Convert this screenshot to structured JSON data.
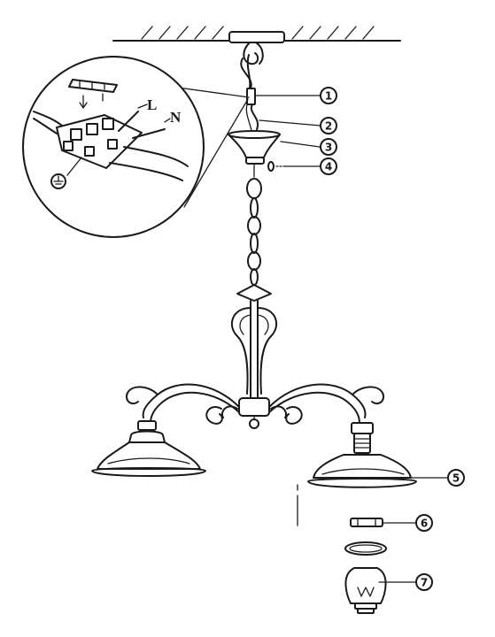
{
  "wiring": {
    "live_label": "L",
    "neutral_label": "N"
  },
  "callouts": [
    {
      "id": "1"
    },
    {
      "id": "2"
    },
    {
      "id": "3"
    },
    {
      "id": "4"
    },
    {
      "id": "5"
    },
    {
      "id": "6"
    },
    {
      "id": "7"
    }
  ],
  "icons": {
    "ground": "earth-ground-icon",
    "bulb": "light-bulb-icon"
  },
  "colors": {
    "ink": "#1a1a1a",
    "paper": "#ffffff"
  }
}
